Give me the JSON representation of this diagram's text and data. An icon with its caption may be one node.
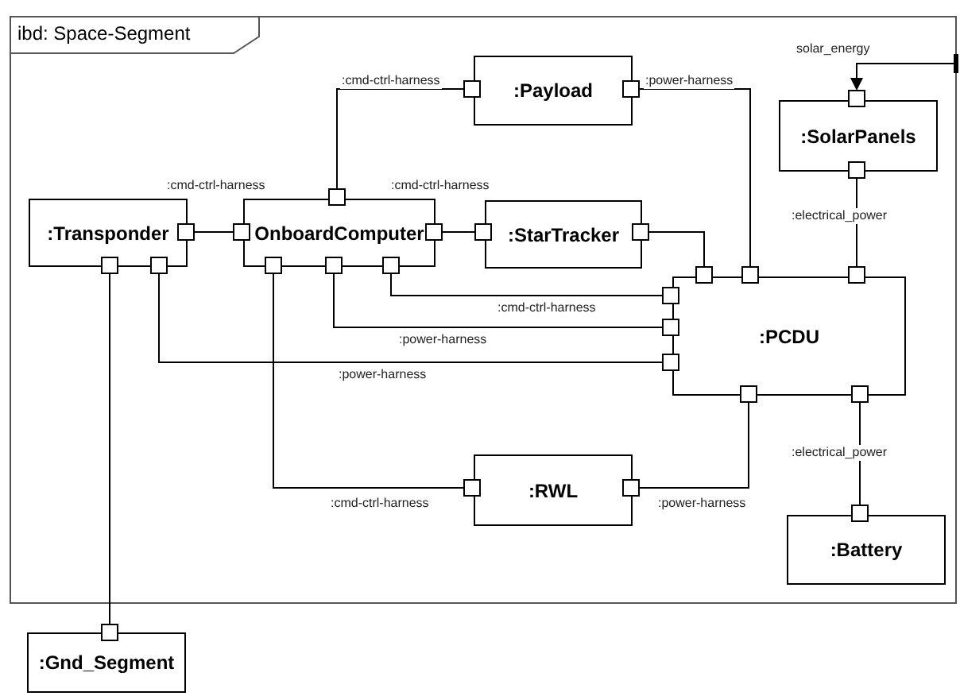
{
  "diagram": {
    "nodes": [
      {
        "text": [
          "ibd: Space-Segment"
        ]
      },
      {
        "text": [
          ":Payload"
        ],
        "in": 0
      },
      {
        "text": [
          ":Transponder"
        ],
        "in": 0
      },
      {
        "text": [
          "OnboardComputer"
        ],
        "in": 0
      },
      {
        "text": [
          ":StarTracker"
        ],
        "in": 0
      },
      {
        "text": [
          ":SolarPanels"
        ],
        "in": 0
      },
      {
        "text": [
          ":PCDU"
        ],
        "in": 0
      },
      {
        "text": [
          ":RWL"
        ],
        "in": 0
      },
      {
        "text": [
          ":Battery"
        ],
        "in": 0
      },
      {
        "text": [
          ":Gnd_Segment"
        ]
      }
    ],
    "edges": [
      {
        "from": 2,
        "to": 3,
        "arrow": "other",
        "label": ":cmd-ctrl-harness"
      },
      {
        "from": 1,
        "to": 3,
        "arrow": "other",
        "label": ":cmd-ctrl-harness"
      },
      {
        "from": 3,
        "to": 4,
        "arrow": "other",
        "label": ":cmd-ctrl-harness"
      },
      {
        "from": 1,
        "to": 6,
        "arrow": "other",
        "label": ":power-harness"
      },
      {
        "from": 4,
        "to": 6,
        "arrow": "other"
      },
      {
        "from": 5,
        "to": 6,
        "arrow": "other",
        "label": ":electrical_power"
      },
      {
        "from": 3,
        "to": 6,
        "arrow": "other",
        "label": ":cmd-ctrl-harness"
      },
      {
        "from": 3,
        "to": 6,
        "arrow": "other",
        "label": ":power-harness"
      },
      {
        "from": 2,
        "to": 6,
        "arrow": "other",
        "label": ":power-harness"
      },
      {
        "from": 3,
        "to": 7,
        "arrow": "other",
        "label": ":cmd-ctrl-harness"
      },
      {
        "from": 7,
        "to": 6,
        "arrow": "other",
        "label": ":power-harness"
      },
      {
        "from": 6,
        "to": 8,
        "arrow": "other",
        "label": ":electrical_power"
      },
      {
        "from": 2,
        "to": 9,
        "arrow": "other"
      },
      {
        "from": 0,
        "to": 5,
        "arrow": "to",
        "label": "solar_energy"
      }
    ]
  }
}
